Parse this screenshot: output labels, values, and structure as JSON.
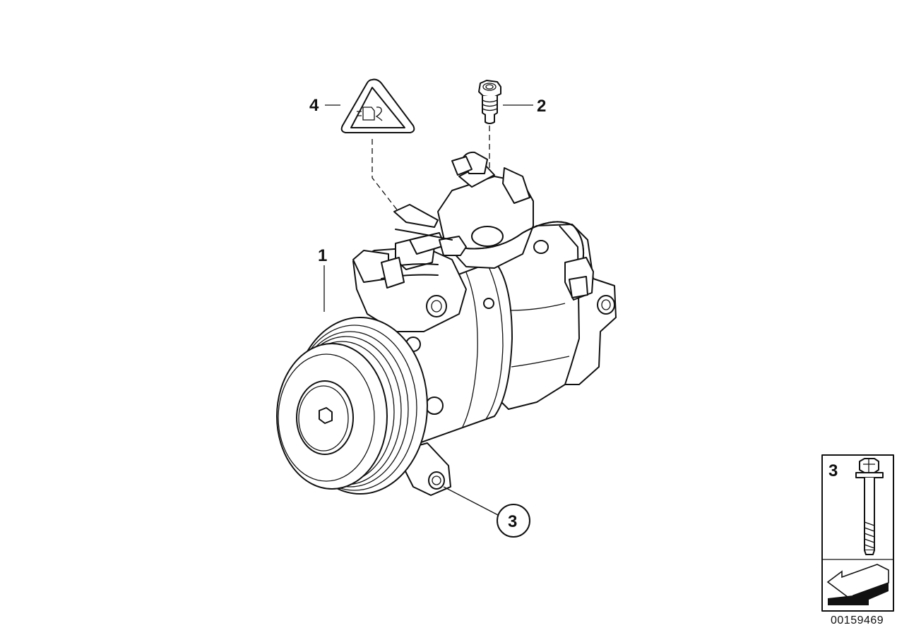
{
  "callouts": {
    "compressor": "1",
    "fitting": "2",
    "bolt": "3",
    "label": "4",
    "bolt_circle": "3"
  },
  "legend": {
    "bolt_number": "3"
  },
  "diagram_id": "00159469"
}
